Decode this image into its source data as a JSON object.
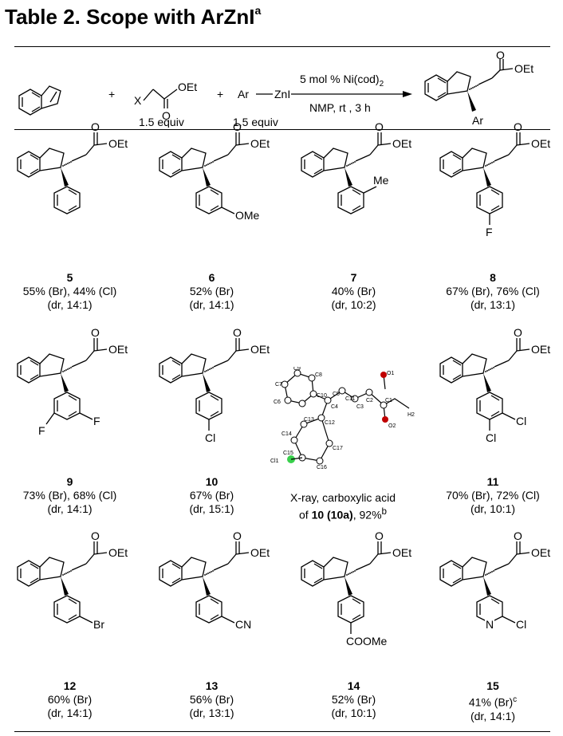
{
  "title": {
    "text": "Table 2. Scope with ArZnI",
    "sup": "a"
  },
  "scheme": {
    "x_label": "X",
    "oet": "OEt",
    "o": "O",
    "arzni_ar": "Ar",
    "arzni_zn": "ZnI",
    "plus": "+",
    "equiv_ester": "1.5 equiv",
    "equiv_arzni": "1.5 equiv",
    "cond_top": "5 mol % Ni(cod)",
    "cond_top_sub": "2",
    "cond_bottom": "NMP,  rt , 3 h",
    "product_ar": "Ar"
  },
  "compounds": [
    {
      "id": "5",
      "lines": [
        "55% (Br), 44% (Cl)",
        "(dr, 14:1)"
      ]
    },
    {
      "id": "6",
      "lines": [
        "52% (Br)",
        "(dr, 14:1)"
      ],
      "sub": "OMe"
    },
    {
      "id": "7",
      "lines": [
        "40% (Br)",
        "(dr, 10:2)"
      ],
      "sub": "Me"
    },
    {
      "id": "8",
      "lines": [
        "67% (Br), 76% (Cl)",
        "(dr, 13:1)"
      ],
      "sub": "F"
    },
    {
      "id": "9",
      "lines": [
        "73% (Br), 68% (Cl)",
        "(dr, 14:1)"
      ],
      "sub": "F"
    },
    {
      "id": "10",
      "lines": [
        "67% (Br)",
        "(dr, 15:1)"
      ],
      "sub": "Cl"
    },
    {
      "id": "11",
      "lines": [
        "70% (Br), 72% (Cl)",
        "(dr, 10:1)"
      ],
      "sub": "Cl"
    },
    {
      "id": "12",
      "lines": [
        "60% (Br)",
        "(dr, 14:1)"
      ],
      "sub": "Br"
    },
    {
      "id": "13",
      "lines": [
        "56% (Br)",
        "(dr, 13:1)"
      ],
      "sub": "CN"
    },
    {
      "id": "14",
      "lines": [
        "52% (Br)",
        "(dr, 10:1)"
      ],
      "sub": "COOMe"
    },
    {
      "id": "15",
      "lines": [
        "41% (Br)",
        "(dr, 14:1)"
      ],
      "sub": "Cl",
      "n": "N",
      "sup": "c"
    }
  ],
  "xray": {
    "line1": "X-ray, carboxylic acid",
    "line2_pre": "of ",
    "line2_bold": "10 (10a)",
    "line2_post": ", 92%",
    "sup": "b",
    "atoms": [
      "C9",
      "C8",
      "C7",
      "C6",
      "C10",
      "C11",
      "O1",
      "C5",
      "C3",
      "C4",
      "C12",
      "C13",
      "C14",
      "C15",
      "C1",
      "C2",
      "O2",
      "H2",
      "C17",
      "C16",
      "Cl1"
    ]
  }
}
